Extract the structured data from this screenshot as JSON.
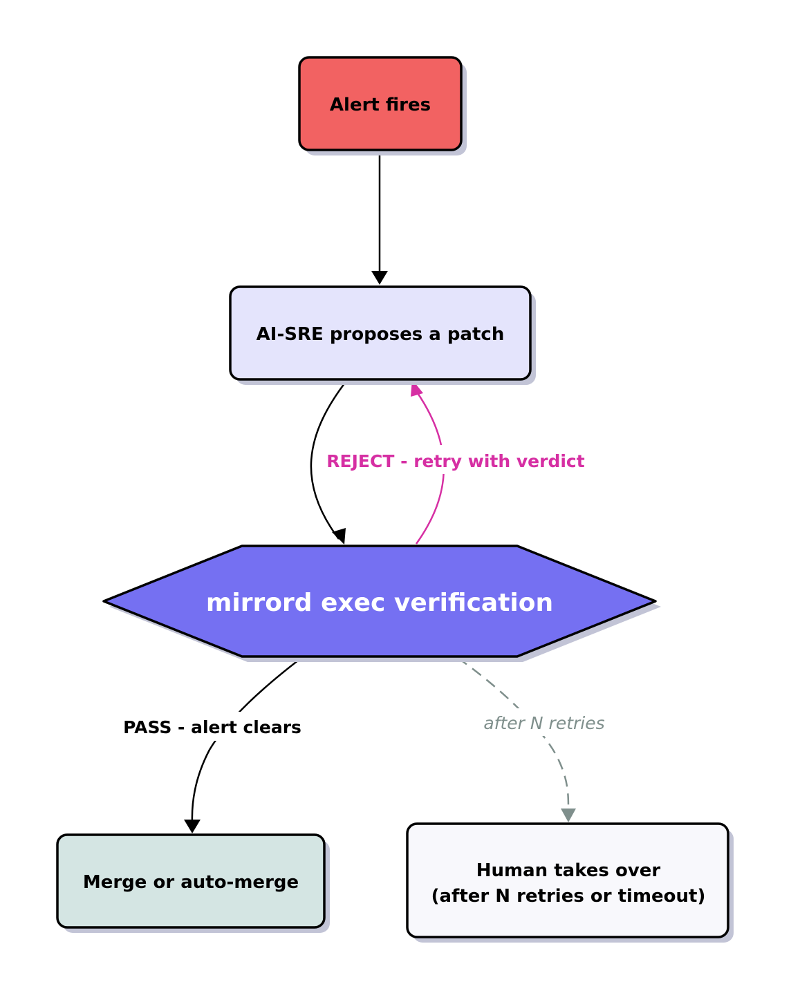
{
  "nodes": {
    "alert": {
      "label": "Alert fires",
      "fill": "#f26262"
    },
    "ai_sre": {
      "label": "AI-SRE proposes a patch",
      "fill": "#e4e4fc"
    },
    "verify": {
      "label": "mirrord exec verification",
      "fill": "#7570f2"
    },
    "merge": {
      "label": "Merge or auto-merge",
      "fill": "#d4e5e3"
    },
    "human": {
      "lines": [
        "Human takes over",
        "(after N retries or timeout)"
      ],
      "fill": "#f8f8fc"
    }
  },
  "edges": {
    "reject": {
      "label": "REJECT - retry with verdict",
      "color": "#d62fa3"
    },
    "pass": {
      "label": "PASS - alert clears",
      "color": "#000000"
    },
    "retries": {
      "label": "after N retries",
      "color": "#7f8f8c"
    }
  },
  "colors": {
    "stroke": "#000000",
    "shadow": "#c2c4d6"
  }
}
